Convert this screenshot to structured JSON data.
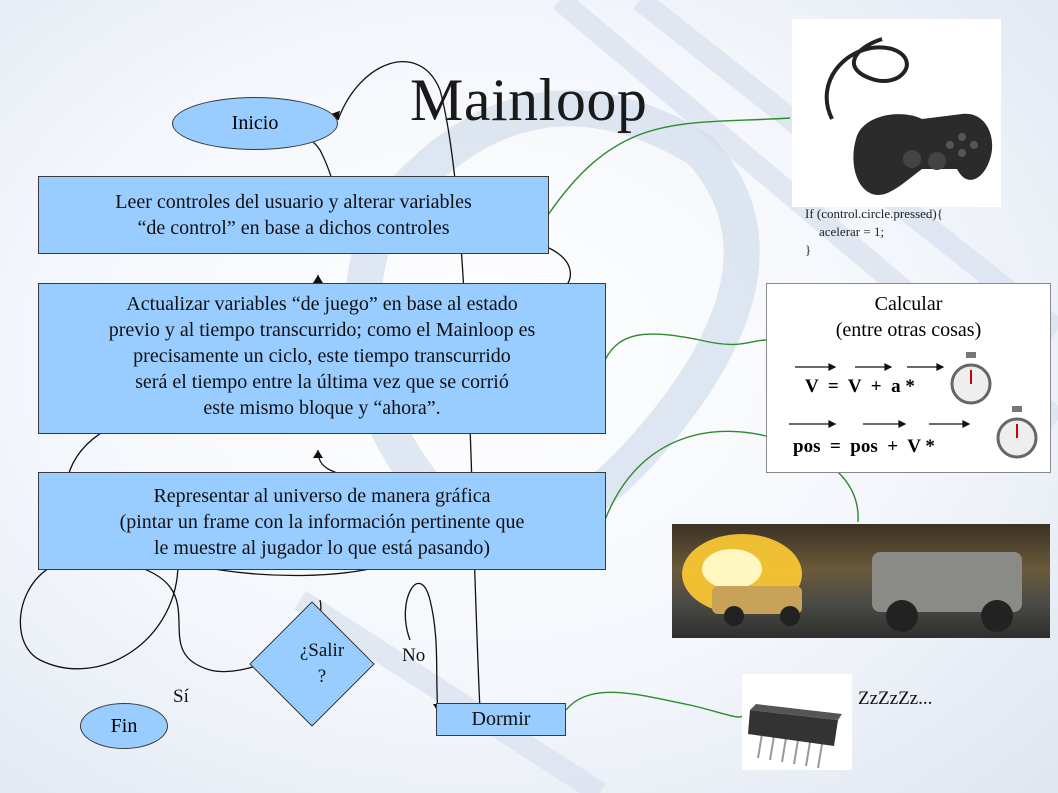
{
  "title": "Mainloop",
  "nodes": {
    "inicio": "Inicio",
    "leer": [
      "Leer controles del usuario y alterar variables",
      "“de control” en base a dichos controles"
    ],
    "actualizar": [
      "Actualizar variables “de juego” en base al estado",
      "previo y al tiempo transcurrido; como el Mainloop es",
      "precisamente un ciclo, este tiempo transcurrido",
      "será el tiempo entre la última vez que se corrió",
      "este mismo bloque y “ahora”."
    ],
    "representar": [
      "Representar al universo de manera gráfica",
      "(pintar un frame con la información pertinente que",
      "le muestre al jugador lo que está pasando)"
    ],
    "salir": [
      "¿Salir",
      "?"
    ],
    "fin": "Fin",
    "dormir": "Dormir"
  },
  "edges": {
    "si": "Sí",
    "no": "No"
  },
  "code": [
    "If (control.circle.pressed){",
    "acelerar = 1;",
    "}"
  ],
  "calc_panel": {
    "title": [
      "Calcular",
      "(entre otras cosas)"
    ],
    "eq1": {
      "v1": "V",
      "eq": "=",
      "v2": "V",
      "plus": "+",
      "a": "a",
      "mul": "*"
    },
    "eq2": {
      "p1": "pos",
      "eq": "=",
      "p2": "pos",
      "plus": "+",
      "v": "V",
      "mul": "*"
    }
  },
  "sleep_caption": "ZzZzZz...",
  "icons": [
    "gamepad-icon",
    "stopwatch-icon",
    "explosion-scene-icon",
    "microchip-icon"
  ],
  "colors": {
    "box_fill": "#99ccff",
    "box_border": "#3a3a3a",
    "connector": "#2e8b2e"
  }
}
